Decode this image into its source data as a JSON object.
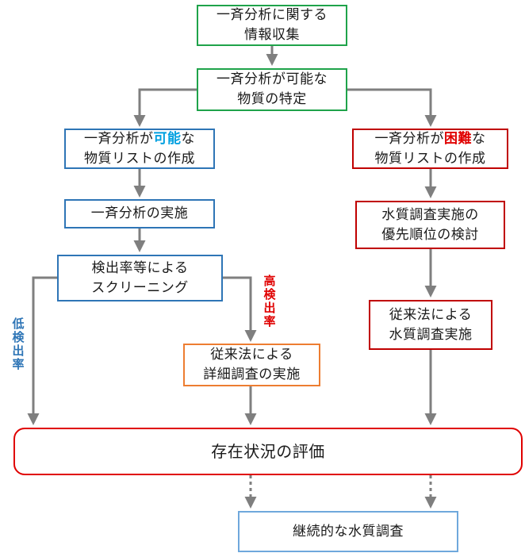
{
  "boxes": {
    "collect": {
      "line1": "一斉分析に関する",
      "line2": "情報収集"
    },
    "identify": {
      "line1": "一斉分析が可能な",
      "line2": "物質の特定"
    },
    "possible": {
      "line1_pre": "一斉分析が",
      "line1_hl": "可能",
      "line1_post": "な",
      "line2": "物質リストの作成"
    },
    "difficult": {
      "line1_pre": "一斉分析が",
      "line1_hl": "困難",
      "line1_post": "な",
      "line2": "物質リストの作成"
    },
    "execute": {
      "line1": "一斉分析の実施"
    },
    "priority": {
      "line1": "水質調査実施の",
      "line2": "優先順位の検討"
    },
    "screening": {
      "line1": "検出率等による",
      "line2": "スクリーニング"
    },
    "conventional": {
      "line1": "従来法による",
      "line2": "水質調査実施"
    },
    "detailed": {
      "line1": "従来法による",
      "line2": "詳細調査の実施"
    },
    "evaluate": {
      "line1": "存在状況の評価"
    },
    "continuous": {
      "line1": "継続的な水質調査"
    }
  },
  "labels": {
    "low_rate": "低検出率",
    "high_rate": "高検出率"
  },
  "colors": {
    "green": "#1fa34a",
    "blue": "#2e75b6",
    "dark_red": "#c00000",
    "orange": "#ed7d31",
    "red": "#e00000",
    "light_blue": "#6fa8dc",
    "arrow": "#7f7f7f",
    "highlight_blue": "#00a0e0",
    "highlight_red": "#e00000"
  }
}
